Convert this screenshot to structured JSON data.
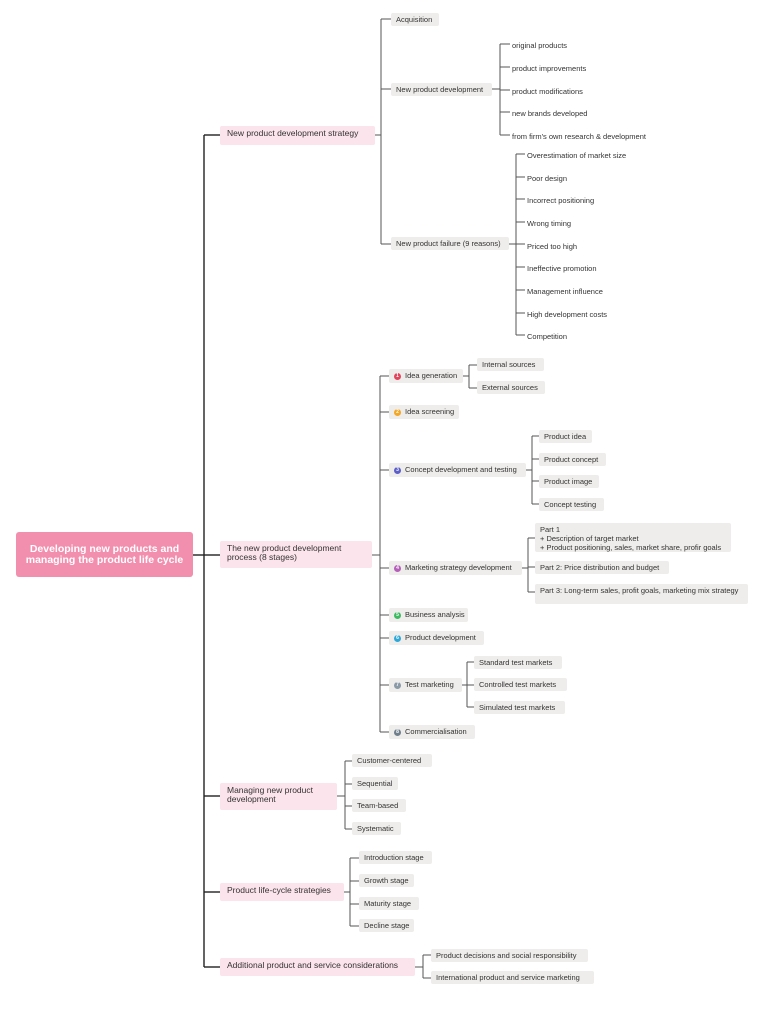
{
  "root": "Developing new products and managing the product life cycle",
  "branches": {
    "strategy": {
      "label": "New product development strategy",
      "acquisition": "Acquisition",
      "npd": {
        "label": "New product development",
        "items": [
          "original products",
          "product improvements",
          "product modifications",
          "new brands developed",
          "from firm's own research & development"
        ]
      },
      "failure": {
        "label": "New product failure (9 reasons)",
        "items": [
          "Overestimation of market size",
          "Poor design",
          "Incorrect positioning",
          "Wrong timing",
          "Priced too high",
          "Ineffective promotion",
          "Management influence",
          "High development costs",
          "Competition"
        ]
      }
    },
    "process": {
      "label": "The new product development process (8 stages)",
      "stages": [
        {
          "num": "1",
          "color": "#e2445c",
          "label": "Idea generation",
          "children": [
            "Internal sources",
            "External sources"
          ]
        },
        {
          "num": "2",
          "color": "#f5a623",
          "label": "Idea screening",
          "children": []
        },
        {
          "num": "3",
          "color": "#5b5fc7",
          "label": "Concept development and testing",
          "children": [
            "Product idea",
            "Product concept",
            "Product image",
            "Concept testing"
          ]
        },
        {
          "num": "4",
          "color": "#b45fb8",
          "label": "Marketing strategy development",
          "children": [
            "Part 1\n+ Description of target market\n+ Product positioning, sales, market share, profir goals",
            "Part 2: Price distribution and budget",
            "Part 3: Long-term sales, profit goals, marketing mix strategy"
          ]
        },
        {
          "num": "5",
          "color": "#3dbb61",
          "label": "Business analysis",
          "children": []
        },
        {
          "num": "6",
          "color": "#2ea8d8",
          "label": "Product development",
          "children": []
        },
        {
          "num": "7",
          "color": "#8a9aa6",
          "label": "Test marketing",
          "children": [
            "Standard test markets",
            "Controlled test markets",
            "Simulated test markets"
          ]
        },
        {
          "num": "8",
          "color": "#6f7f8c",
          "label": "Commercialisation",
          "children": []
        }
      ]
    },
    "managing": {
      "label": "Managing new product development",
      "items": [
        "Customer-centered",
        "Sequential",
        "Team-based",
        "Systematic"
      ]
    },
    "lifecycle": {
      "label": "Product life-cycle strategies",
      "items": [
        "Introduction stage",
        "Growth stage",
        "Maturity stage",
        "Decline stage"
      ]
    },
    "additional": {
      "label": "Additional product and service considerations",
      "items": [
        "Product decisions and social responsibility",
        "International product and service marketing"
      ]
    }
  }
}
